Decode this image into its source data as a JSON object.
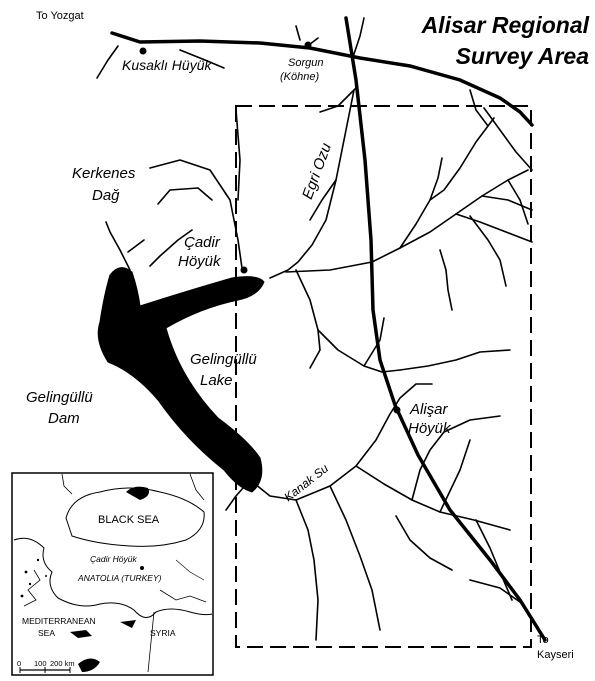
{
  "title": {
    "line1": "Alisar Regional",
    "line2": "Survey Area"
  },
  "roads": {
    "north": "To Yozgat",
    "south_line1": "To",
    "south_line2": "Kayseri"
  },
  "sites": {
    "kusakli": "Kusaklı Hüyük",
    "sorgun": "Sorgun",
    "kohne": "(Köhne)",
    "cadir_line1": "Çadir",
    "cadir_line2": "Höyük",
    "alisar_line1": "Alişar",
    "alisar_line2": "Höyük"
  },
  "features": {
    "kerkenes_line1": "Kerkenes",
    "kerkenes_line2": "Dağ",
    "egri_ozu": "Egri Ozu",
    "lake_line1": "Gelingüllü",
    "lake_line2": "Lake",
    "dam_line1": "Gelingüllü",
    "dam_line2": "Dam",
    "kanak_su": "Kanak Su"
  },
  "inset": {
    "black_sea": "BLACK SEA",
    "cadir": "Çadir Höyük",
    "anatolia": "ANATOLIA (TURKEY)",
    "med_line1": "MEDITERRANEAN",
    "med_line2": "SEA",
    "syria": "SYRIA",
    "scale_0": "0",
    "scale_100": "100",
    "scale_200": "200 km"
  }
}
